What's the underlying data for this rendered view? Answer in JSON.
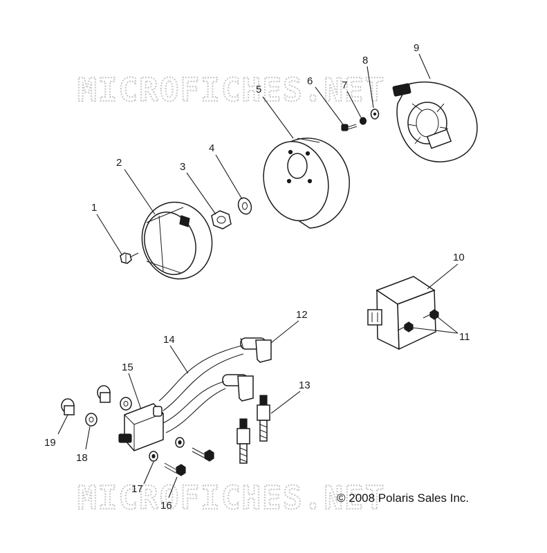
{
  "watermark": "MICROFICHES.NET",
  "copyright": "© 2008 Polaris Sales Inc.",
  "callouts": [
    {
      "id": "1",
      "label": "1"
    },
    {
      "id": "2",
      "label": "2"
    },
    {
      "id": "3",
      "label": "3"
    },
    {
      "id": "4",
      "label": "4"
    },
    {
      "id": "5",
      "label": "5"
    },
    {
      "id": "6",
      "label": "6"
    },
    {
      "id": "7",
      "label": "7"
    },
    {
      "id": "8",
      "label": "8"
    },
    {
      "id": "9",
      "label": "9"
    },
    {
      "id": "10",
      "label": "10"
    },
    {
      "id": "11",
      "label": "11"
    },
    {
      "id": "12",
      "label": "12"
    },
    {
      "id": "13",
      "label": "13"
    },
    {
      "id": "14",
      "label": "14"
    },
    {
      "id": "15",
      "label": "15"
    },
    {
      "id": "16",
      "label": "16"
    },
    {
      "id": "17",
      "label": "17"
    },
    {
      "id": "18",
      "label": "18"
    },
    {
      "id": "19",
      "label": "19"
    }
  ]
}
